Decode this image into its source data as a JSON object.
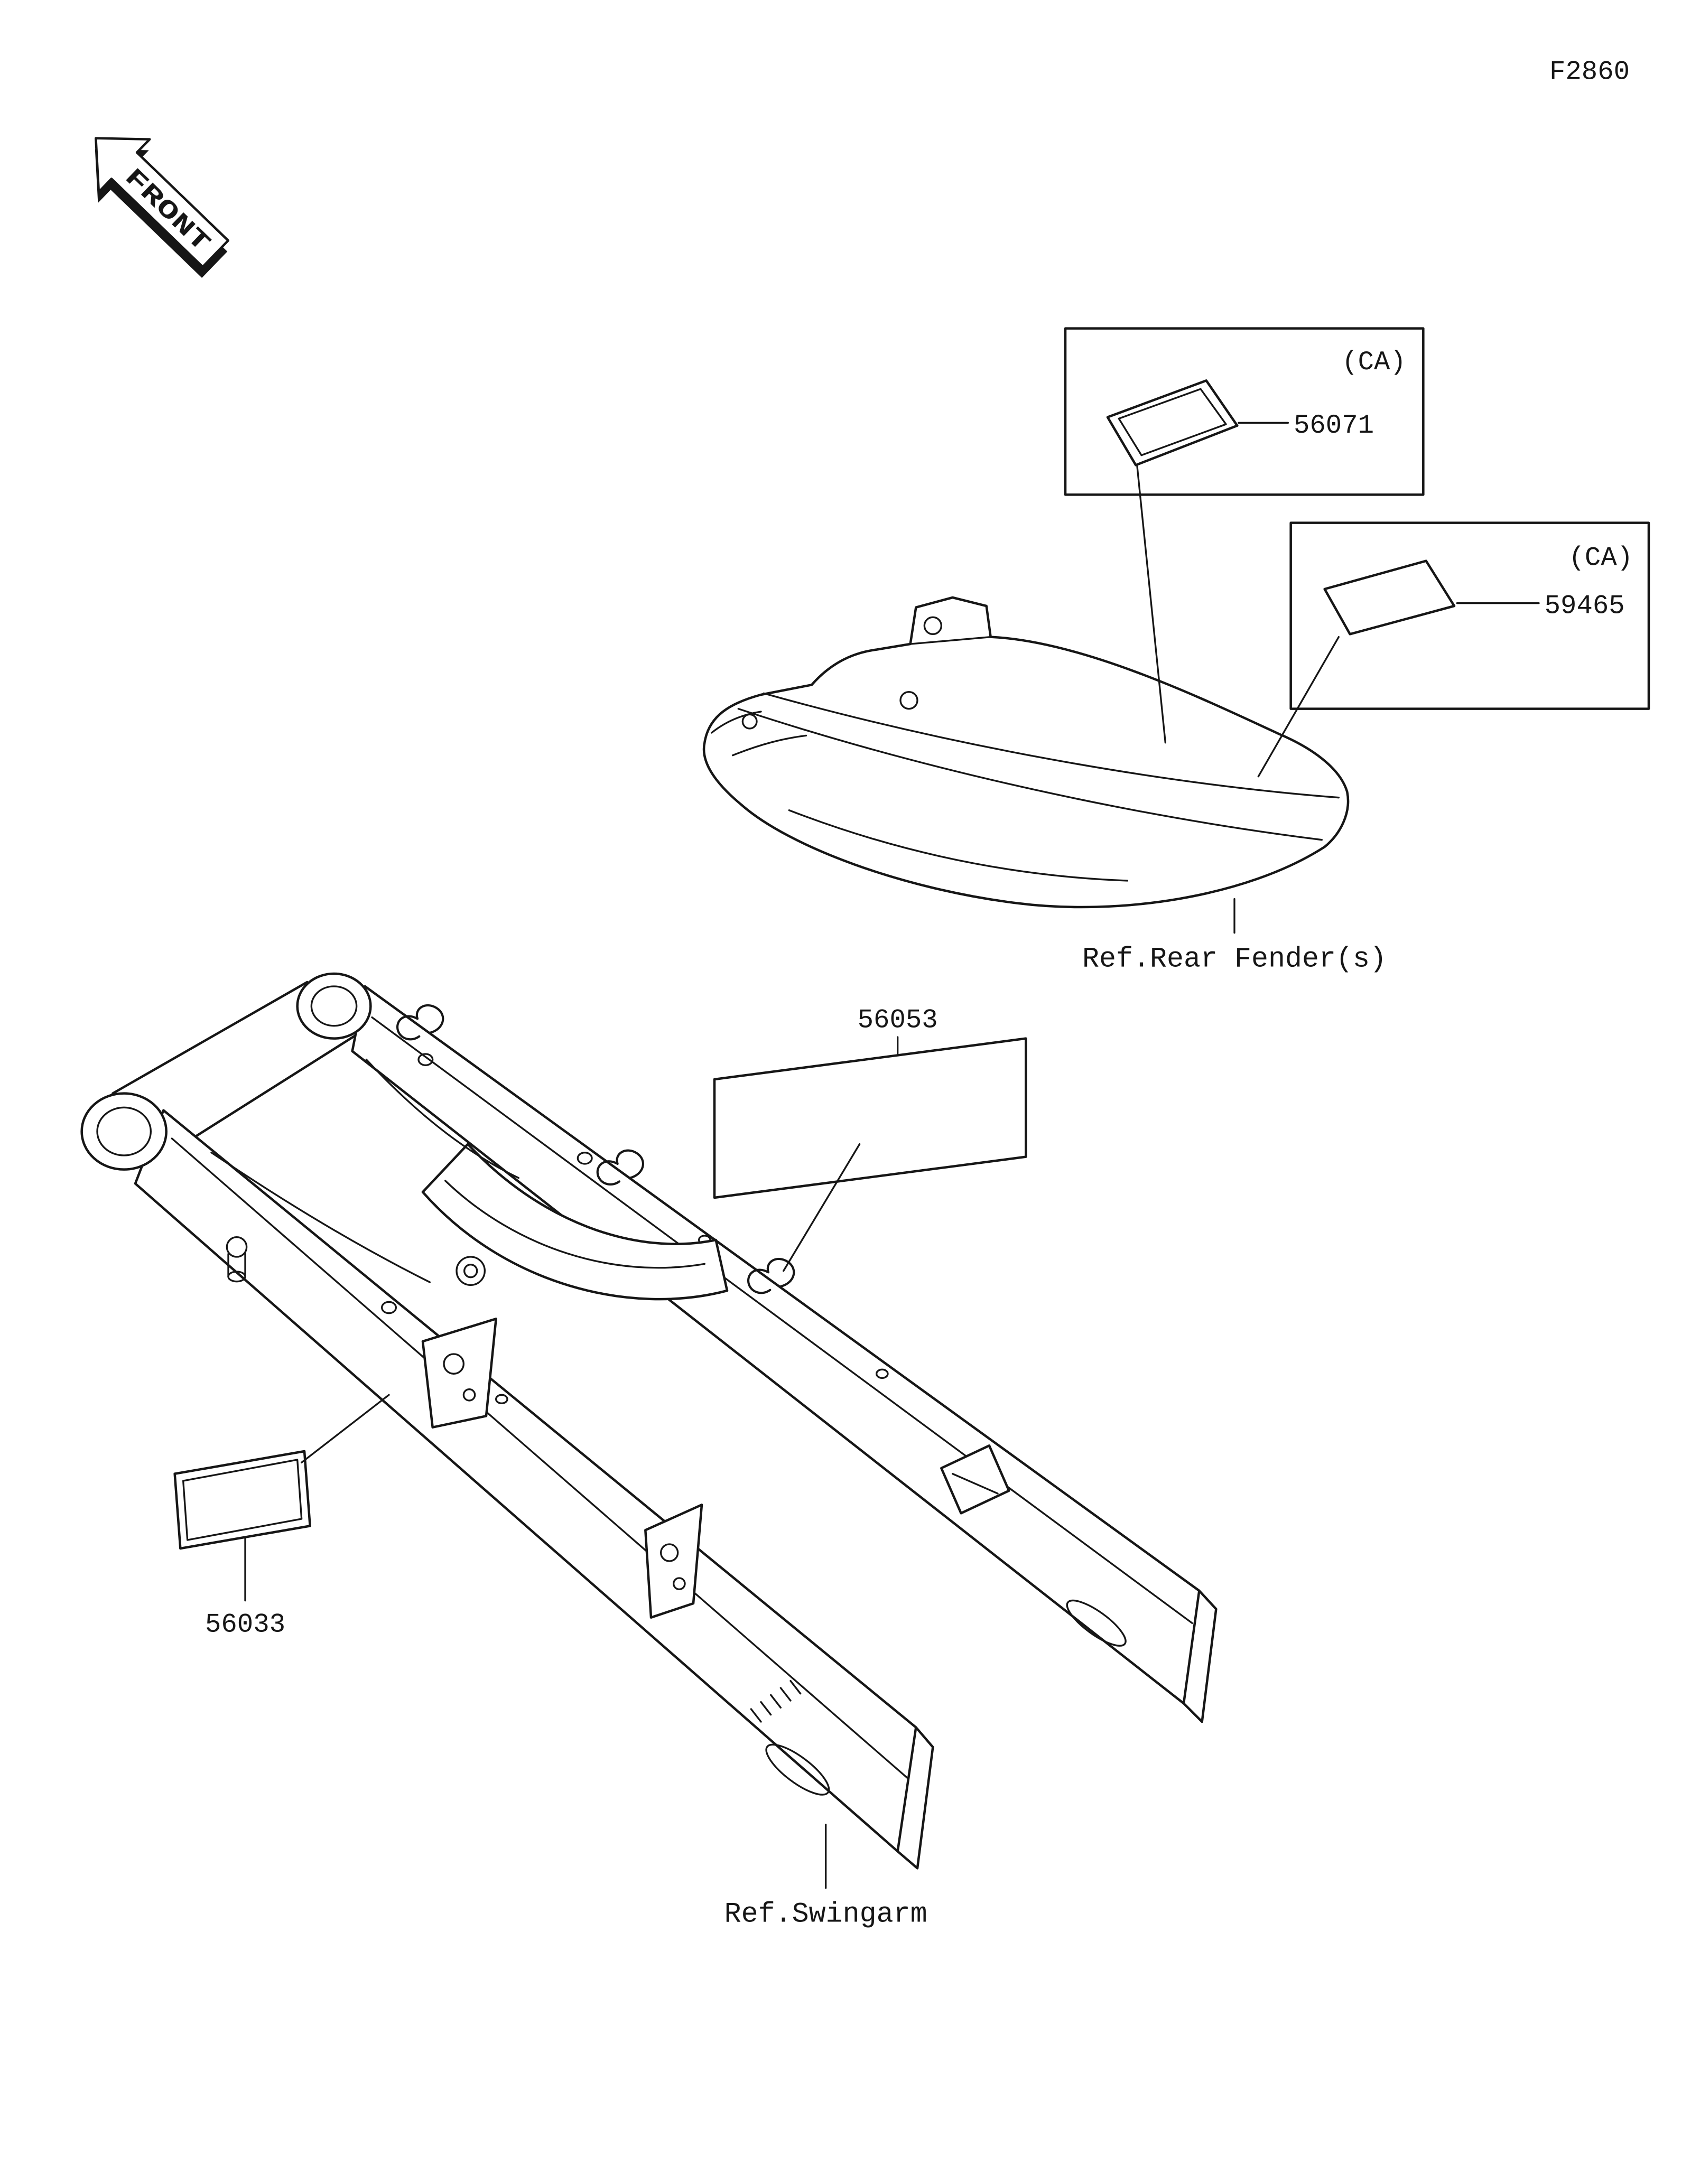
{
  "page": {
    "code": "F2860"
  },
  "front_indicator": {
    "label": "FRONT"
  },
  "callouts": {
    "ca_56071": {
      "region": "(CA)",
      "part": "56071"
    },
    "ca_59465": {
      "region": "(CA)",
      "part": "59465"
    },
    "part_56053": {
      "part": "56053"
    },
    "part_56033": {
      "part": "56033"
    }
  },
  "references": {
    "rear_fender": "Ref.Rear Fender(s)",
    "swingarm": "Ref.Swingarm"
  },
  "colors": {
    "ink": "#161616",
    "background": "#ffffff"
  }
}
